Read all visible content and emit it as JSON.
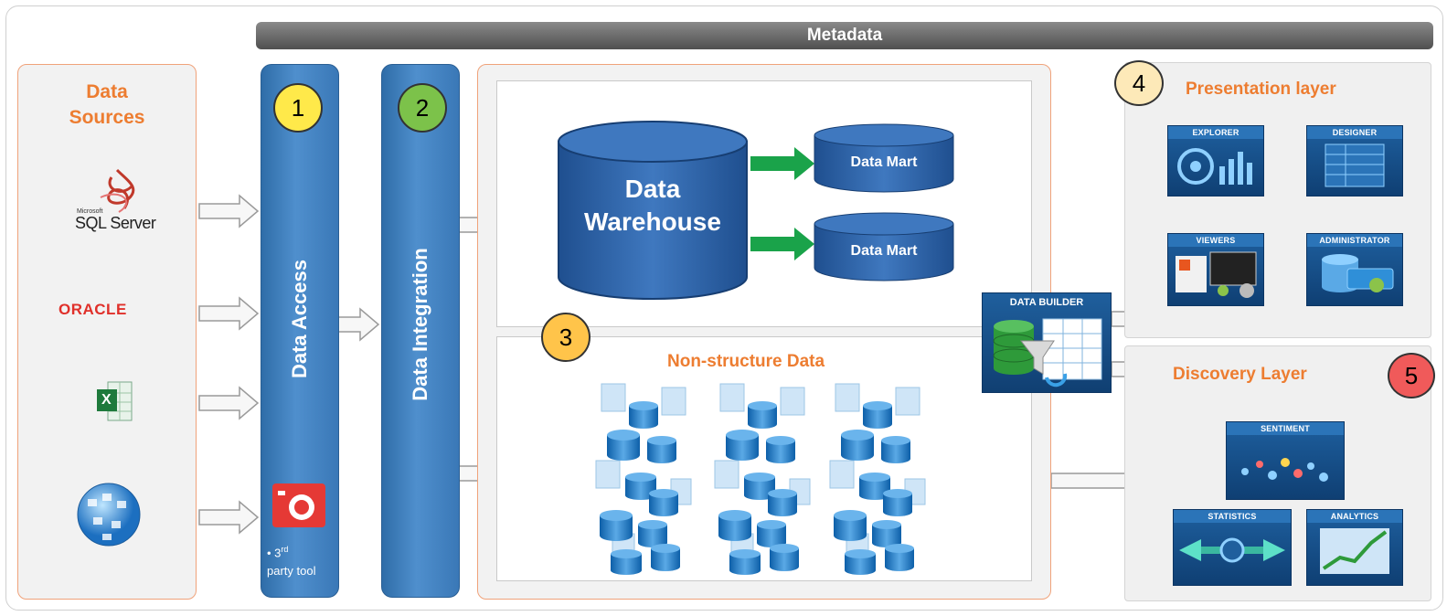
{
  "metadata": {
    "label": "Metadata"
  },
  "data_sources": {
    "title_line1": "Data",
    "title_line2": "Sources",
    "sources": [
      {
        "icon": "sql-server-icon",
        "label": "SQL Server",
        "brand": "Microsoft"
      },
      {
        "icon": "oracle-icon",
        "label": "ORACLE"
      },
      {
        "icon": "excel-icon",
        "label": "X"
      },
      {
        "icon": "web-globe-icon"
      }
    ]
  },
  "data_access": {
    "number": "1",
    "label": "Data Access",
    "tool_bullet": "• 3",
    "tool_sup": "rd",
    "tool_label": "party tool"
  },
  "data_integration": {
    "number": "2",
    "label": "Data Integration"
  },
  "warehouse": {
    "title_line1": "Data",
    "title_line2": "Warehouse",
    "marts": [
      "Data Mart",
      "Data Mart"
    ]
  },
  "non_structure": {
    "number": "3",
    "title": "Non-structure Data"
  },
  "data_builder": {
    "label": "DATA BUILDER"
  },
  "presentation": {
    "number": "4",
    "title": "Presentation layer",
    "tiles": [
      "EXPLORER",
      "DESIGNER",
      "VIEWERS",
      "ADMINISTRATOR"
    ]
  },
  "discovery": {
    "number": "5",
    "title": "Discovery Layer",
    "tiles": [
      "SENTIMENT",
      "STATISTICS",
      "ANALYTICS"
    ]
  },
  "colors": {
    "accent_orange": "#ed7d31",
    "pillar_blue": "#3a78b7",
    "circle_yellow": "#ffe94a",
    "circle_green": "#7cc24a",
    "circle_amber": "#ffc44a",
    "circle_cream": "#fde9b8",
    "circle_red": "#f05a5a"
  }
}
